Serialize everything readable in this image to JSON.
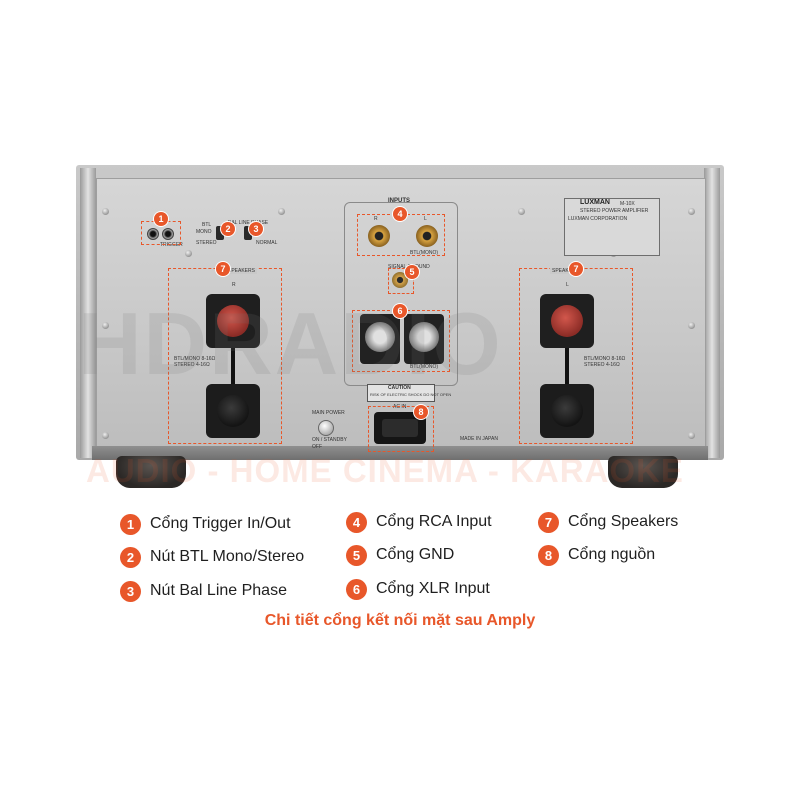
{
  "watermark": {
    "main": "HDRADIO",
    "sub": "AUDIO - HOME CINEMA - KARAOKE"
  },
  "amplifier": {
    "brand_plate": "LUXMAN",
    "model_plate": "M-10X",
    "plate_sub": "STEREO POWER AMPLIFIER",
    "plate_maker": "LUXMAN CORPORATION",
    "inputs_heading": "INPUTS",
    "input_r": "R",
    "input_l": "L",
    "rca_note": "BTL(MONO)",
    "xlr_note": "BTL(MONO)",
    "signal_ground": "SIGNAL GROUND",
    "btl_label": "BTL",
    "btl_mono": "MONO",
    "btl_stereo": "STEREO",
    "bal_line_phase": "BAL LINE PHASE",
    "normal_label": "NORMAL",
    "speakers_left": "SPEAKERS",
    "speakers_right": "SPEAKERS",
    "spk_r": "R",
    "spk_l": "L",
    "imp_left": "BTL/MONO 8-16Ω  STEREO 4-16Ω",
    "imp_right": "BTL/MONO 8-16Ω  STEREO 4-16Ω",
    "main_power": "MAIN POWER",
    "power_on": "ON / STANDBY",
    "power_off": "OFF",
    "caution": "CAUTION",
    "caution_sub": "RISK OF ELECTRIC SHOCK DO NOT OPEN",
    "ac_in": "AC IN",
    "made_in": "MADE IN JAPAN",
    "trigger_label": "TRIGGER"
  },
  "callouts": [
    "1",
    "2",
    "3",
    "4",
    "5",
    "6",
    "7",
    "8",
    "7"
  ],
  "legend": [
    {
      "num": "1",
      "text": "Cổng Trigger In/Out"
    },
    {
      "num": "2",
      "text": "Nút BTL Mono/Stereo"
    },
    {
      "num": "3",
      "text": "Nút Bal Line Phase"
    },
    {
      "num": "4",
      "text": "Cổng RCA Input"
    },
    {
      "num": "5",
      "text": "Cổng GND"
    },
    {
      "num": "6",
      "text": "Cổng XLR Input"
    },
    {
      "num": "7",
      "text": "Cổng Speakers"
    },
    {
      "num": "8",
      "text": "Cổng nguồn"
    }
  ],
  "caption": "Chi tiết cổng kết nối mặt sau Amply",
  "colors": {
    "accent": "#e8572a",
    "panel": "#c8c8c8",
    "text": "#1f1f1f"
  }
}
